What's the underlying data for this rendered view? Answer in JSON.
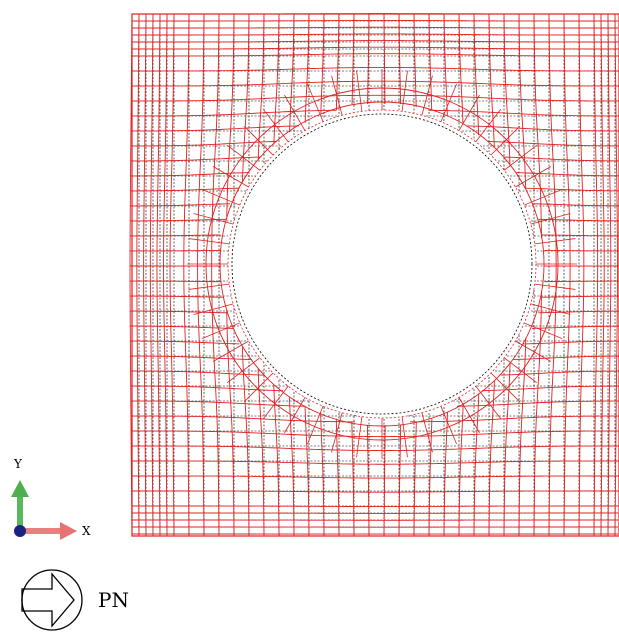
{
  "viewport": {
    "title": "",
    "mesh_color_deformed": "#e02020",
    "mesh_color_original": "#000000",
    "hole_outline_style": "dotted"
  },
  "axis_triad": {
    "y_label": "Y",
    "x_label": "X",
    "y_color": "#4caf50",
    "x_color": "#e57373",
    "origin_color": "#1a237e"
  },
  "view_indicator": {
    "label": "PN"
  }
}
